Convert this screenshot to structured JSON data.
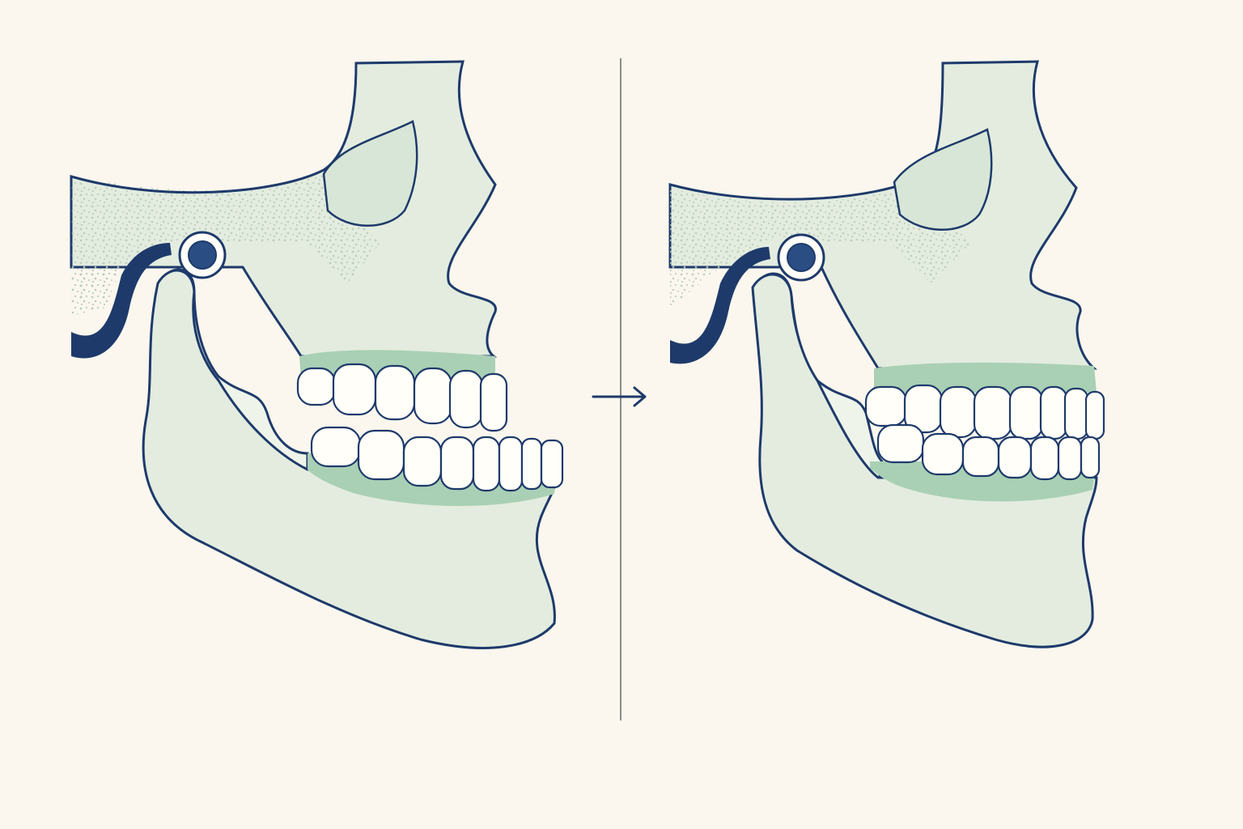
{
  "diagram": {
    "panels": [
      {
        "id": "before",
        "state": "open-bite"
      },
      {
        "id": "after",
        "state": "closed-bite"
      }
    ],
    "arrow": {
      "icon": "right-arrow-icon",
      "glyph": "→"
    },
    "colors": {
      "background": "#fbf7ee",
      "outline": "#1e3a6b",
      "bone": "#e3ecdf",
      "bone_dark": "#cfe0cf",
      "gum": "#a9d0b4",
      "tooth": "#fffef8",
      "condyle": "#e9f1e4",
      "divider": "#8d8b86",
      "speckle": "#b7cdb8"
    }
  }
}
